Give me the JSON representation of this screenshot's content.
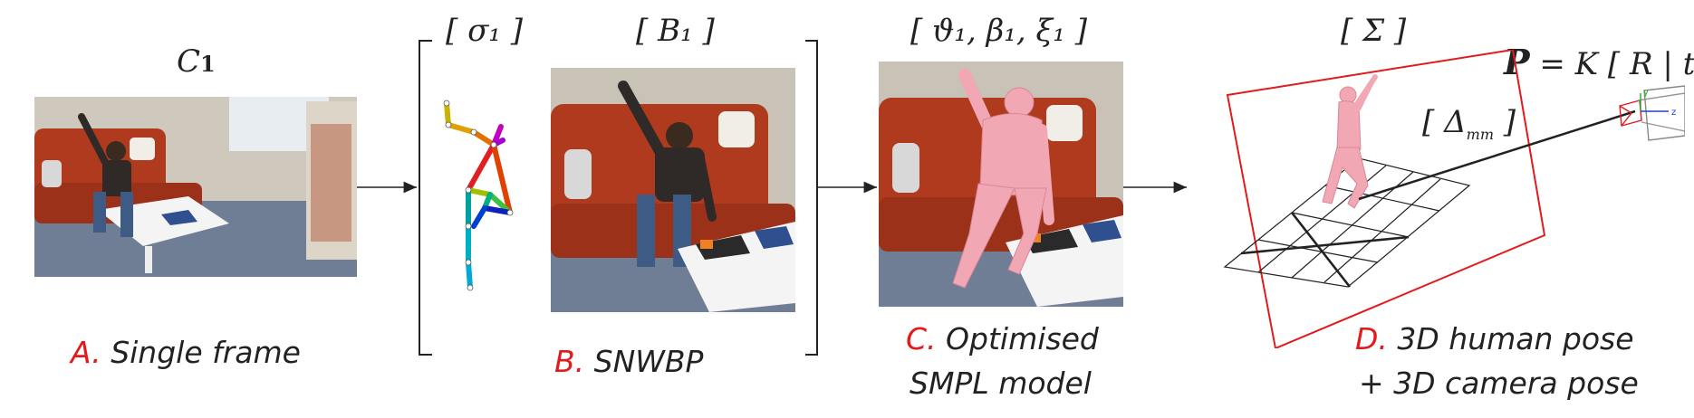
{
  "stage_a": {
    "symbol": "C",
    "subscript": "1",
    "letter": "A.",
    "caption": "Single frame"
  },
  "stage_b": {
    "sigma_label": "[ σ₁ ]",
    "b_label": "[ B₁ ]",
    "letter": "B.",
    "caption": "SNWBP"
  },
  "stage_c": {
    "params_label": "[ ϑ₁, β₁, ξ₁ ]",
    "letter": "C.",
    "caption_line1": "Optimised",
    "caption_line2": "SMPL model"
  },
  "stage_d": {
    "sigma_label": "[ Σ ]",
    "projection_bold": "P",
    "projection_rest": " = K [ R | t ]",
    "delta_label": "[ Δ",
    "delta_sub": "mm",
    "delta_close": " ]",
    "axis_x": "x",
    "axis_y": "y",
    "axis_z": "z",
    "letter": "D.",
    "caption_line1": "3D human pose",
    "caption_line2": "+ 3D camera pose"
  },
  "colors": {
    "accent_red": "#e31a1c",
    "mesh_pink": "#f2a7b4",
    "sofa": "#b03a1e",
    "floor": "#6f7d95",
    "wall": "#c9c2b6"
  }
}
